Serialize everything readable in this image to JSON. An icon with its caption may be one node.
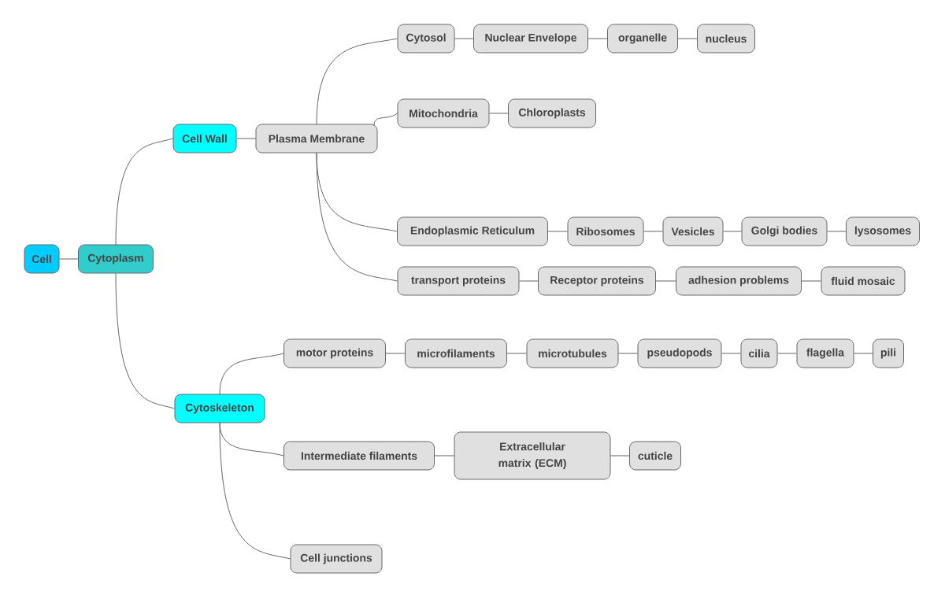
{
  "diagram": {
    "nodes": [
      {
        "text": [
          "Cell"
        ]
      },
      {
        "text": [
          "Cytoplasm"
        ]
      },
      {
        "text": [
          "Cell Wall"
        ]
      },
      {
        "text": [
          "Plasma Membrane"
        ]
      },
      {
        "text": [
          "Cytosol"
        ]
      },
      {
        "text": [
          "Nuclear Envelope"
        ]
      },
      {
        "text": [
          "organelle"
        ]
      },
      {
        "text": [
          "nucleus"
        ]
      },
      {
        "text": [
          "Mitochondria"
        ]
      },
      {
        "text": [
          "Chloroplasts"
        ]
      },
      {
        "text": [
          "Endoplasmic Reticulum"
        ]
      },
      {
        "text": [
          "Ribosomes"
        ]
      },
      {
        "text": [
          "Vesicles"
        ]
      },
      {
        "text": [
          "Golgi bodies"
        ]
      },
      {
        "text": [
          "lysosomes"
        ]
      },
      {
        "text": [
          "transport proteins"
        ]
      },
      {
        "text": [
          "Receptor proteins"
        ]
      },
      {
        "text": [
          "adhesion problems"
        ]
      },
      {
        "text": [
          "fluid mosaic"
        ]
      },
      {
        "text": [
          "Cytoskeleton"
        ]
      },
      {
        "text": [
          "motor proteins"
        ]
      },
      {
        "text": [
          "microfilaments"
        ]
      },
      {
        "text": [
          "microtubules"
        ]
      },
      {
        "text": [
          "pseudopods"
        ]
      },
      {
        "text": [
          "cilia"
        ]
      },
      {
        "text": [
          "flagella"
        ]
      },
      {
        "text": [
          "pili"
        ]
      },
      {
        "text": [
          "Intermediate filaments"
        ]
      },
      {
        "text": [
          "Extracellular matrix (ECM)"
        ]
      },
      {
        "text": [
          "cuticle"
        ]
      },
      {
        "text": [
          "Cell junctions"
        ]
      }
    ],
    "edges": [
      {
        "from": 0,
        "to": 1,
        "arrow": "none"
      },
      {
        "from": 1,
        "to": 2,
        "arrow": "none"
      },
      {
        "from": 2,
        "to": 3,
        "arrow": "none"
      },
      {
        "from": 3,
        "to": 4,
        "arrow": "none"
      },
      {
        "from": 4,
        "to": 5,
        "arrow": "none"
      },
      {
        "from": 5,
        "to": 6,
        "arrow": "none"
      },
      {
        "from": 6,
        "to": 7,
        "arrow": "none"
      },
      {
        "from": 3,
        "to": 8,
        "arrow": "none"
      },
      {
        "from": 8,
        "to": 9,
        "arrow": "none"
      },
      {
        "from": 3,
        "to": 10,
        "arrow": "none"
      },
      {
        "from": 10,
        "to": 11,
        "arrow": "none"
      },
      {
        "from": 11,
        "to": 12,
        "arrow": "none"
      },
      {
        "from": 12,
        "to": 13,
        "arrow": "none"
      },
      {
        "from": 13,
        "to": 14,
        "arrow": "none"
      },
      {
        "from": 3,
        "to": 15,
        "arrow": "none"
      },
      {
        "from": 15,
        "to": 16,
        "arrow": "none"
      },
      {
        "from": 16,
        "to": 17,
        "arrow": "none"
      },
      {
        "from": 17,
        "to": 18,
        "arrow": "none"
      },
      {
        "from": 1,
        "to": 19,
        "arrow": "none"
      },
      {
        "from": 19,
        "to": 20,
        "arrow": "none"
      },
      {
        "from": 20,
        "to": 21,
        "arrow": "none"
      },
      {
        "from": 21,
        "to": 22,
        "arrow": "none"
      },
      {
        "from": 22,
        "to": 23,
        "arrow": "none"
      },
      {
        "from": 23,
        "to": 24,
        "arrow": "none"
      },
      {
        "from": 24,
        "to": 25,
        "arrow": "none"
      },
      {
        "from": 25,
        "to": 26,
        "arrow": "none"
      },
      {
        "from": 19,
        "to": 27,
        "arrow": "none"
      },
      {
        "from": 27,
        "to": 28,
        "arrow": "none"
      },
      {
        "from": 28,
        "to": 29,
        "arrow": "none"
      },
      {
        "from": 19,
        "to": 30,
        "arrow": "none"
      }
    ]
  }
}
